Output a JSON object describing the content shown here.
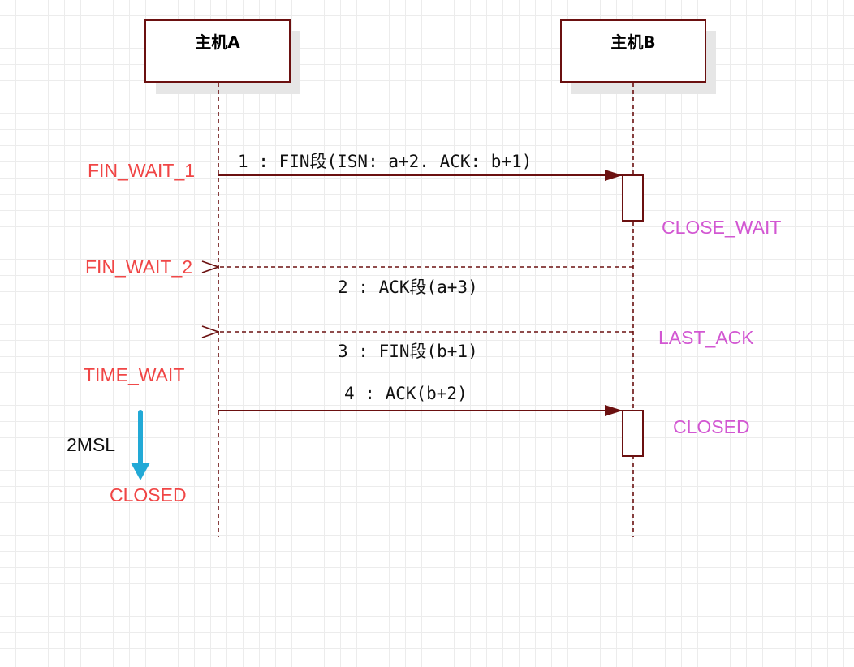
{
  "actors": {
    "a": "主机A",
    "b": "主机B"
  },
  "messages": [
    {
      "label": "1 : FIN段(ISN: a+2. ACK: b+1)"
    },
    {
      "label": "2 : ACK段(a+3)"
    },
    {
      "label": "3 : FIN段(b+1)"
    },
    {
      "label": "4 : ACK(b+2)"
    }
  ],
  "states_a": {
    "fin_wait_1": "FIN_WAIT_1",
    "fin_wait_2": "FIN_WAIT_2",
    "time_wait": "TIME_WAIT",
    "closed": "CLOSED"
  },
  "states_b": {
    "close_wait": "CLOSE_WAIT",
    "last_ack": "LAST_ACK",
    "closed": "CLOSED"
  },
  "timer": {
    "label": "2MSL"
  },
  "colors": {
    "line": "#6b1010",
    "state_a": "#f04545",
    "state_b": "#d257d2",
    "timer_arrow": "#22a9d6"
  }
}
